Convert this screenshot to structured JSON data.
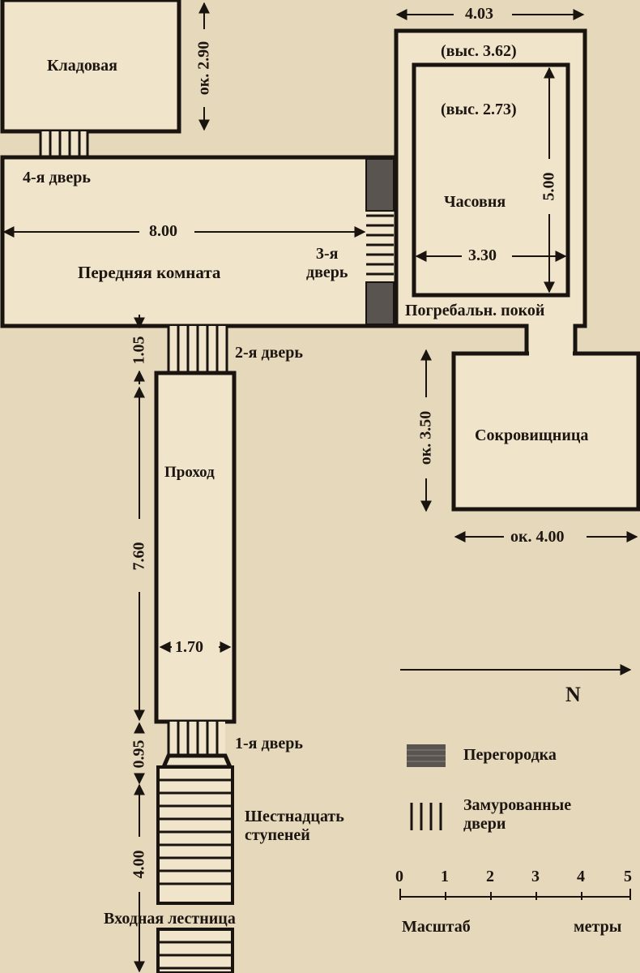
{
  "labels": {
    "storeroom": "Кладовая",
    "door4": "4-я дверь",
    "antechamber": "Передняя комната",
    "door3": "3-я\nдверь",
    "door2": "2-я дверь",
    "corridor": "Проход",
    "door1": "1-я дверь",
    "steps": "Шестнадцать\nступеней",
    "entrance_stair": "Входная лестница",
    "chapel": "Часовня",
    "burial_chamber": "Погребальн. покой",
    "treasury": "Сокровищница",
    "height_outer": "(выс. 3.62)",
    "height_inner": "(выс. 2.73)",
    "north": "N"
  },
  "dimensions": {
    "storeroom_height": "ок. 2.90",
    "burial_width": "4.03",
    "chapel_length": "5.00",
    "chapel_width": "3.30",
    "antechamber_length": "8.00",
    "door2_depth": "1.05",
    "corridor_length": "7.60",
    "corridor_width": "1.70",
    "door1_depth": "0.95",
    "stair_length": "4.00",
    "treasury_height": "ок. 3.50",
    "treasury_width": "ок. 4.00"
  },
  "legend": {
    "partition": "Перегородка",
    "walled_doors": "Замурованные\nдвери"
  },
  "scale": {
    "ticks": [
      "0",
      "1",
      "2",
      "3",
      "4",
      "5"
    ],
    "label_left": "Масштаб",
    "label_right": "метры"
  },
  "colors": {
    "background": "#e6d8bb",
    "room_fill": "#f0e4cb",
    "ink": "#1a1410",
    "partition": "#5a5450"
  }
}
